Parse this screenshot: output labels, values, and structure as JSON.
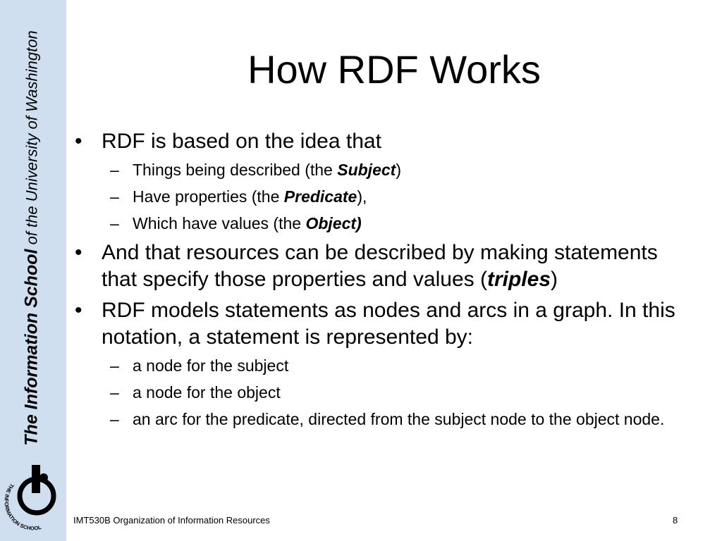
{
  "sidebar": {
    "vertical_text": {
      "part1": "The Information School",
      "part2": "of",
      "part3": "the University",
      "part4": "of",
      "part5": "Washington"
    },
    "logo_ring_text": "THE INFORMATION SCHOOL",
    "colors": {
      "sidebar_bg": "#cfdff0"
    }
  },
  "slide": {
    "title": "How RDF Works",
    "bullets": {
      "b1": {
        "text": "RDF is based on the idea that",
        "subs": {
          "s1": {
            "pre": "Things being described (the ",
            "em": "Subject",
            "post": ")"
          },
          "s2": {
            "pre": "Have properties (the ",
            "em": "Predicate",
            "post": "),"
          },
          "s3": {
            "pre": "Which have values (the ",
            "em": "Object)",
            "post": ""
          }
        }
      },
      "b2": {
        "pre": "And that resources can be described by making statements that specify those properties and values (",
        "em": "triples",
        "post": ")"
      },
      "b3": {
        "text": "RDF models statements as nodes and arcs in a graph. In this notation, a statement is represented by:",
        "subs": {
          "s1": "a node for the subject",
          "s2": "a node for the object",
          "s3": "an arc for the predicate, directed from the subject node to the object node."
        }
      }
    }
  },
  "footer": {
    "course": "IMT530B Organization of Information Resources",
    "page_number": "8"
  }
}
